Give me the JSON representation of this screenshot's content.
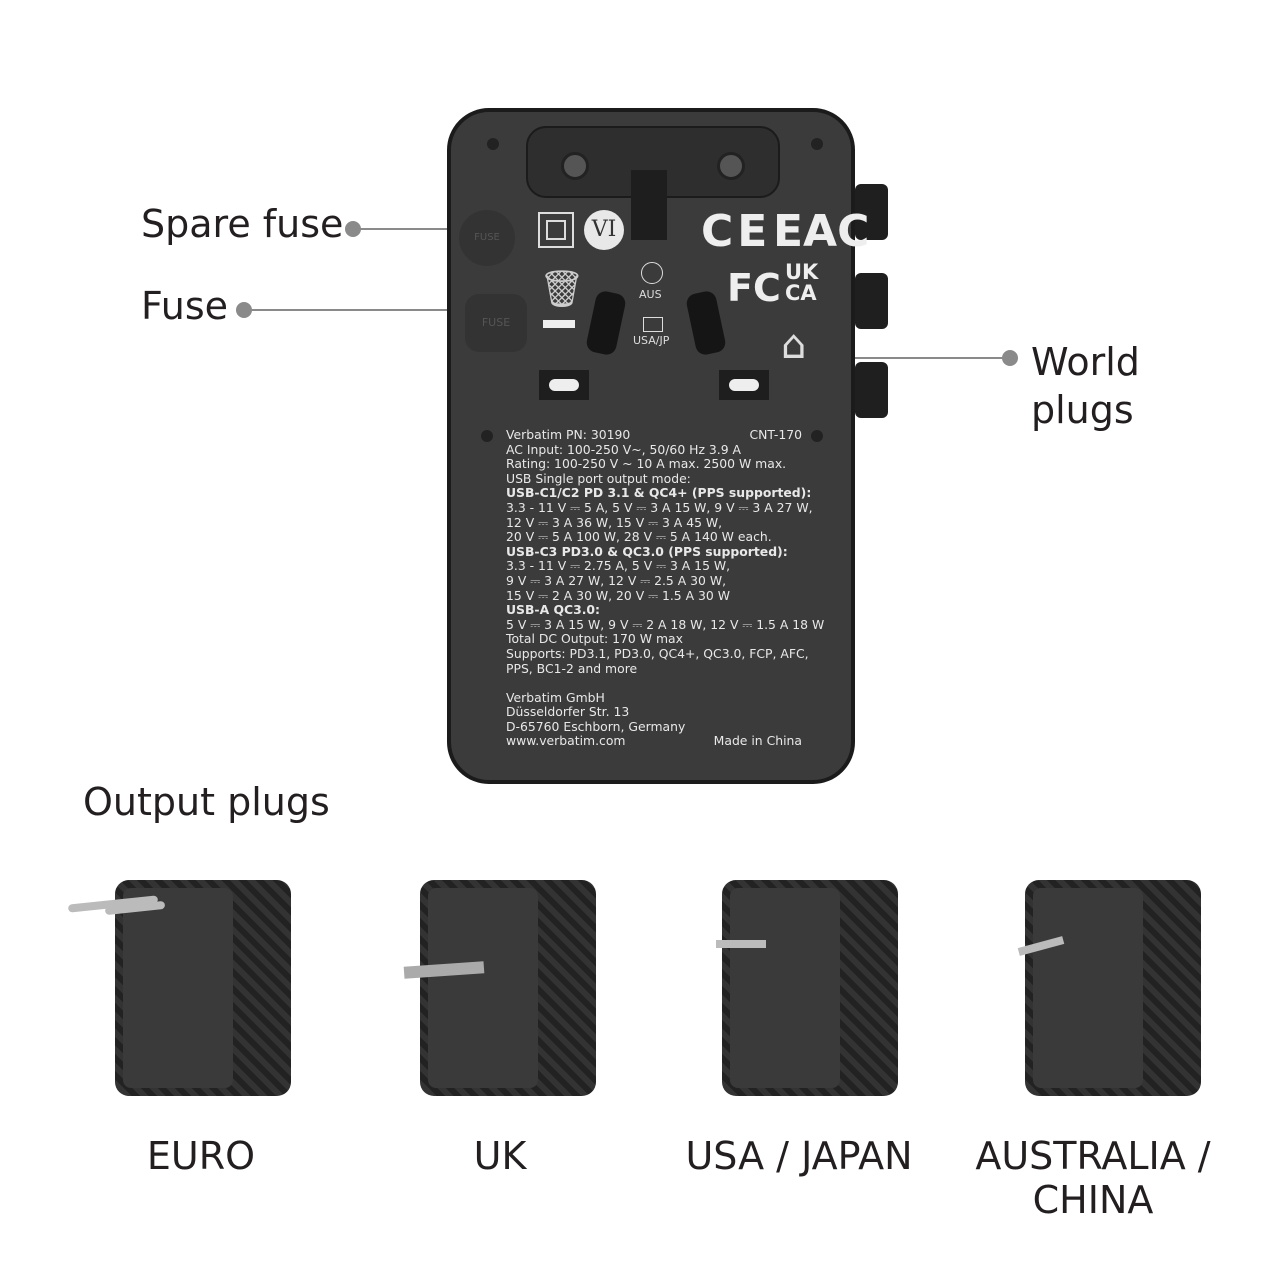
{
  "callouts": {
    "spare_fuse": "Spare fuse",
    "fuse": "Fuse",
    "world_plugs_line1": "World",
    "world_plugs_line2": "plugs",
    "output_plugs": "Output plugs"
  },
  "device": {
    "marks": {
      "ce": "CE",
      "eac": "EAC",
      "fcc": "FC",
      "ukca1": "UK",
      "ukca2": "CA",
      "vi": "VI",
      "aus": "AUS",
      "usa_jp": "USA/JP",
      "spare_fuse_mark": "FUSE",
      "fuse_mark": "FUSE"
    },
    "label": {
      "pn": "Verbatim PN: 30190",
      "model": "CNT-170",
      "lines": [
        "AC Input: 100-250 V~, 50/60 Hz 3.9 A",
        "Rating: 100-250 V ~ 10 A max. 2500 W max.",
        "USB Single port output mode:"
      ],
      "c1c2_title": "USB-C1/C2 PD 3.1 & QC4+ (PPS supported):",
      "c1c2": [
        "3.3 - 11 V ⎓ 5 A, 5 V ⎓ 3 A 15 W, 9 V ⎓ 3 A 27 W,",
        "12 V ⎓ 3 A 36 W, 15 V ⎓ 3 A 45 W,",
        "20 V ⎓ 5 A 100 W, 28 V ⎓ 5 A 140 W each."
      ],
      "c3_title": "USB-C3 PD3.0 & QC3.0 (PPS supported):",
      "c3": [
        "3.3 - 11 V ⎓ 2.75 A, 5 V ⎓ 3 A 15 W,",
        "9 V ⎓ 3 A 27 W, 12 V ⎓ 2.5 A 30 W,",
        "15 V ⎓ 2 A 30 W, 20 V ⎓ 1.5 A 30 W"
      ],
      "a_title": "USB-A QC3.0:",
      "a": [
        "5 V ⎓ 3 A 15 W, 9 V ⎓ 2 A 18 W, 12 V ⎓ 1.5 A 18 W",
        "Total DC Output: 170 W max",
        "Supports: PD3.1, PD3.0, QC4+, QC3.0, FCP, AFC,",
        "PPS, BC1-2 and more"
      ],
      "address": [
        "Verbatim GmbH",
        "Düsseldorfer Str. 13",
        "D-65760 Eschborn, Germany"
      ],
      "web": "www.verbatim.com",
      "made_in": "Made in China"
    }
  },
  "outputs": [
    {
      "label": "EURO"
    },
    {
      "label": "UK"
    },
    {
      "label": "USA / JAPAN"
    },
    {
      "label": "AUSTRALIA /\nCHINA"
    }
  ]
}
